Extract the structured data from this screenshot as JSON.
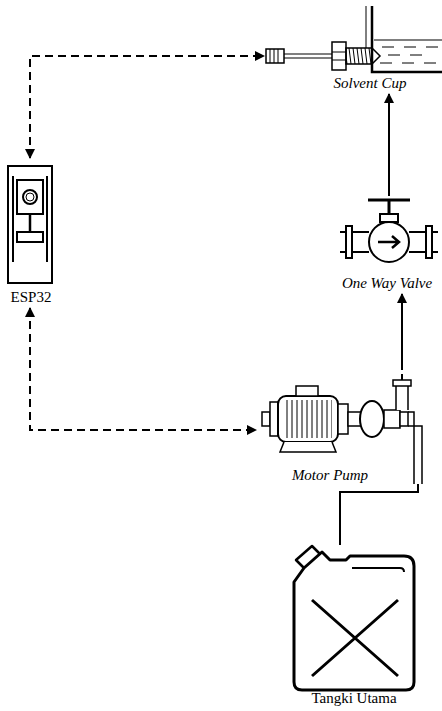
{
  "diagram": {
    "nodes": [
      {
        "text": [
          "Solvent Cup"
        ]
      },
      {
        "text": [
          "ESP32"
        ]
      },
      {
        "text": [
          "One Way Valve"
        ]
      },
      {
        "text": [
          "Motor Pump"
        ]
      },
      {
        "text": [
          "Tangki Utama"
        ]
      }
    ],
    "edges": [
      {
        "from": 1,
        "to": 0,
        "arrow": "both"
      },
      {
        "from": 1,
        "to": 3,
        "arrow": "both"
      },
      {
        "from": 4,
        "to": 3,
        "arrow": "none"
      },
      {
        "from": 3,
        "to": 2,
        "arrow": "to"
      },
      {
        "from": 2,
        "to": 0,
        "arrow": "to"
      }
    ]
  }
}
